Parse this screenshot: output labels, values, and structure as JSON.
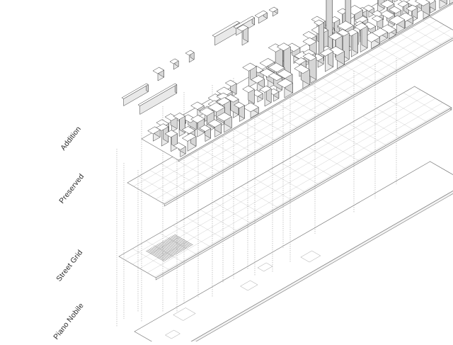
{
  "diagram": {
    "layers": [
      {
        "key": "addition",
        "label": "Addition"
      },
      {
        "key": "preserved",
        "label": "Preserved"
      },
      {
        "key": "street_grid",
        "label": "Street Grid"
      },
      {
        "key": "piano_nobile",
        "label": "Piano Nobile"
      }
    ]
  }
}
